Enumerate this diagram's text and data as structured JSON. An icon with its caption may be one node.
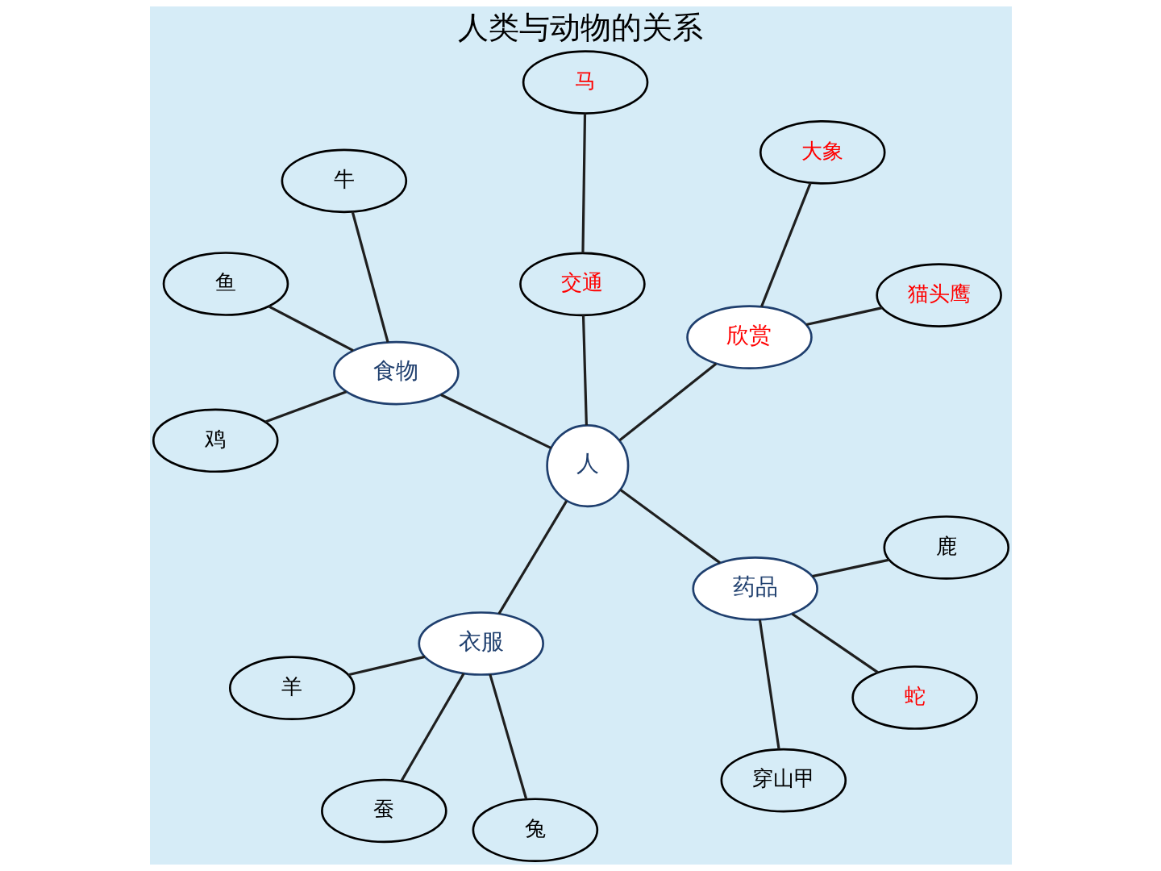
{
  "diagram": {
    "title": "人类与动物的关系",
    "nodes": [
      {
        "text": [
          "鱼"
        ]
      },
      {
        "text": [
          "牛"
        ]
      },
      {
        "text": [
          "鸡"
        ]
      },
      {
        "text": [
          "食物"
        ]
      },
      {
        "text": [
          "兔"
        ]
      },
      {
        "text": [
          "鹿"
        ]
      },
      {
        "text": [
          "穿山甲"
        ]
      },
      {
        "text": [
          "药品"
        ]
      },
      {
        "text": [
          "人"
        ]
      },
      {
        "text": [
          "衣服"
        ]
      },
      {
        "text": [
          "蚕"
        ]
      },
      {
        "text": [
          "羊"
        ]
      },
      {
        "text": [
          "蛇"
        ]
      },
      {
        "text": [
          "交通"
        ]
      },
      {
        "text": [
          "欣赏"
        ]
      },
      {
        "text": [
          "大象"
        ]
      },
      {
        "text": [
          "猫头鹰"
        ]
      },
      {
        "text": [
          "马"
        ]
      }
    ],
    "edges": [
      {
        "from": 3,
        "to": 0,
        "arrow": "none"
      },
      {
        "from": 3,
        "to": 1,
        "arrow": "none"
      },
      {
        "from": 3,
        "to": 2,
        "arrow": "none"
      },
      {
        "from": 8,
        "to": 3,
        "arrow": "none"
      },
      {
        "from": 7,
        "to": 5,
        "arrow": "none"
      },
      {
        "from": 7,
        "to": 6,
        "arrow": "none"
      },
      {
        "from": 7,
        "to": 12,
        "arrow": "none"
      },
      {
        "from": 8,
        "to": 7,
        "arrow": "none"
      },
      {
        "from": 8,
        "to": 9,
        "arrow": "none"
      },
      {
        "from": 9,
        "to": 4,
        "arrow": "none"
      },
      {
        "from": 9,
        "to": 10,
        "arrow": "none"
      },
      {
        "from": 9,
        "to": 11,
        "arrow": "none"
      },
      {
        "from": 8,
        "to": 13,
        "arrow": "none"
      },
      {
        "from": 13,
        "to": 17,
        "arrow": "none"
      },
      {
        "from": 8,
        "to": 14,
        "arrow": "none"
      },
      {
        "from": 14,
        "to": 15,
        "arrow": "none"
      },
      {
        "from": 14,
        "to": 16,
        "arrow": "none"
      }
    ]
  }
}
